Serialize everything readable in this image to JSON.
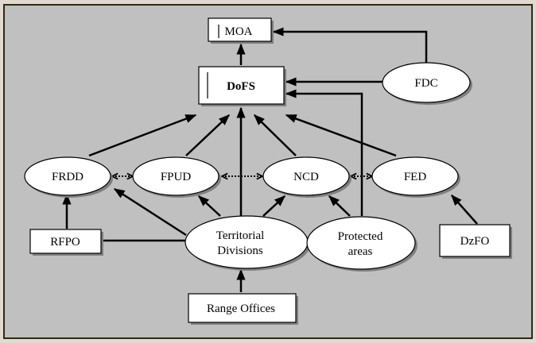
{
  "diagram": {
    "colors": {
      "background": "#c0c0c0",
      "node_fill": "#ffffff",
      "stroke": "#000000",
      "shadow": "#7f7f7f",
      "frame": "#2b2b12"
    },
    "nodes": [
      {
        "id": "moa",
        "shape": "rect",
        "label": [
          "MOA"
        ],
        "bold": false
      },
      {
        "id": "dofs",
        "shape": "rect",
        "label": [
          "DoFS"
        ],
        "bold": true
      },
      {
        "id": "fdc",
        "shape": "ellipse",
        "label": [
          "FDC"
        ]
      },
      {
        "id": "frdd",
        "shape": "ellipse",
        "label": [
          "FRDD"
        ]
      },
      {
        "id": "fpud",
        "shape": "ellipse",
        "label": [
          "FPUD"
        ]
      },
      {
        "id": "ncd",
        "shape": "ellipse",
        "label": [
          "NCD"
        ]
      },
      {
        "id": "fed",
        "shape": "ellipse",
        "label": [
          "FED"
        ]
      },
      {
        "id": "rfpo",
        "shape": "rect",
        "label": [
          "RFPO"
        ]
      },
      {
        "id": "territorial",
        "shape": "ellipse",
        "label": [
          "Territorial",
          "Divisions"
        ]
      },
      {
        "id": "protected",
        "shape": "ellipse",
        "label": [
          "Protected",
          "areas"
        ]
      },
      {
        "id": "dzfo",
        "shape": "rect",
        "label": [
          "DzFO"
        ]
      },
      {
        "id": "range",
        "shape": "rect",
        "label": [
          "Range Offices"
        ]
      }
    ],
    "edges": [
      {
        "from": "dofs",
        "to": "moa",
        "style": "arrow"
      },
      {
        "from": "fdc",
        "to": "moa",
        "style": "arrow"
      },
      {
        "from": "fdc",
        "to": "dofs",
        "style": "arrow"
      },
      {
        "from": "protected",
        "to": "dofs",
        "style": "arrow"
      },
      {
        "from": "frdd",
        "to": "dofs",
        "style": "arrow"
      },
      {
        "from": "fpud",
        "to": "dofs",
        "style": "arrow"
      },
      {
        "from": "territorial",
        "to": "dofs",
        "style": "arrow"
      },
      {
        "from": "ncd",
        "to": "dofs",
        "style": "arrow"
      },
      {
        "from": "fed",
        "to": "dofs",
        "style": "arrow"
      },
      {
        "from": "frdd",
        "to": "fpud",
        "style": "dotted-bidirectional"
      },
      {
        "from": "fpud",
        "to": "ncd",
        "style": "dotted-bidirectional"
      },
      {
        "from": "ncd",
        "to": "fed",
        "style": "dotted-bidirectional"
      },
      {
        "from": "rfpo",
        "to": "frdd",
        "style": "arrow"
      },
      {
        "from": "rfpo",
        "to": "territorial",
        "style": "line"
      },
      {
        "from": "territorial",
        "to": "frdd",
        "style": "arrow"
      },
      {
        "from": "territorial",
        "to": "fpud",
        "style": "arrow"
      },
      {
        "from": "territorial",
        "to": "ncd",
        "style": "arrow"
      },
      {
        "from": "protected",
        "to": "ncd",
        "style": "arrow"
      },
      {
        "from": "dzfo",
        "to": "fed",
        "style": "arrow"
      },
      {
        "from": "range",
        "to": "territorial",
        "style": "arrow"
      }
    ]
  }
}
